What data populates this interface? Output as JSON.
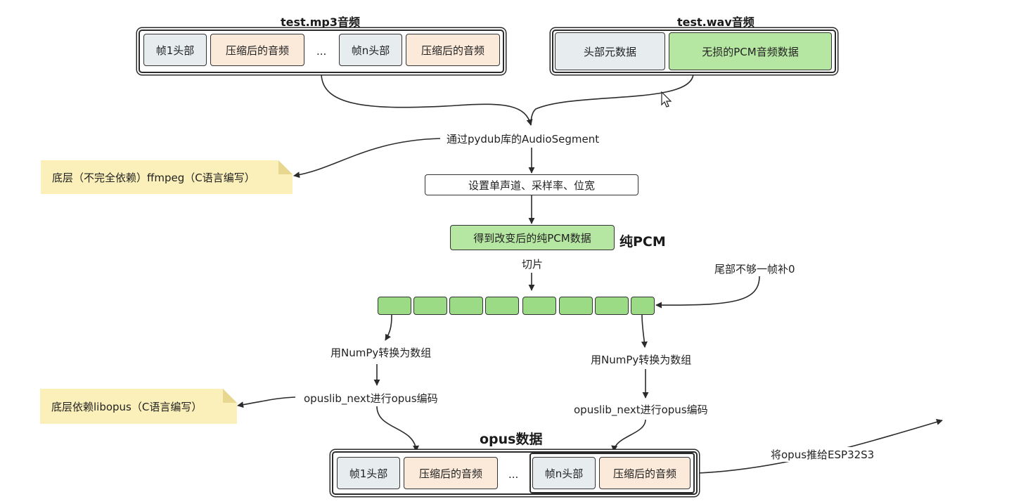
{
  "mp3": {
    "title": "test.mp3音频",
    "frame1_header": "帧1头部",
    "frame1_audio": "压缩后的音频",
    "ellipsis": "...",
    "framen_header": "帧n头部",
    "framen_audio": "压缩后的音频"
  },
  "wav": {
    "title": "test.wav音频",
    "header": "头部元数据",
    "pcm": "无损的PCM音频数据"
  },
  "flow": {
    "pydub": "通过pydub库的AudioSegment",
    "set_params": "设置单声道、采样率、位宽",
    "get_pcm": "得到改变后的纯PCM数据",
    "pure_pcm": "纯PCM",
    "slice": "切片",
    "pad_zero": "尾部不够一帧补0",
    "numpy_left": "用NumPy转换为数组",
    "numpy_right": "用NumPy转换为数组",
    "opus_left": "opuslib_next进行opus编码",
    "opus_right": "opuslib_next进行opus编码",
    "push": "将opus推给ESP32S3"
  },
  "notes": {
    "ffmpeg": "底层（不完全依赖）ffmpeg（C语言编写）",
    "libopus": "底层依赖libopus（C语言编写）"
  },
  "opus": {
    "title": "opus数据",
    "frame1_header": "帧1头部",
    "frame1_audio": "压缩后的音频",
    "ellipsis": "...",
    "framen_header": "帧n头部",
    "framen_audio": "压缩后的音频"
  },
  "slices": {
    "count": 8
  },
  "colors": {
    "header_box": "#e7ecef",
    "audio_box": "#fbe9d9",
    "pcm_green": "#b6e7a2",
    "slice_green": "#9cdb85",
    "note_yellow": "#fbf0ba"
  }
}
